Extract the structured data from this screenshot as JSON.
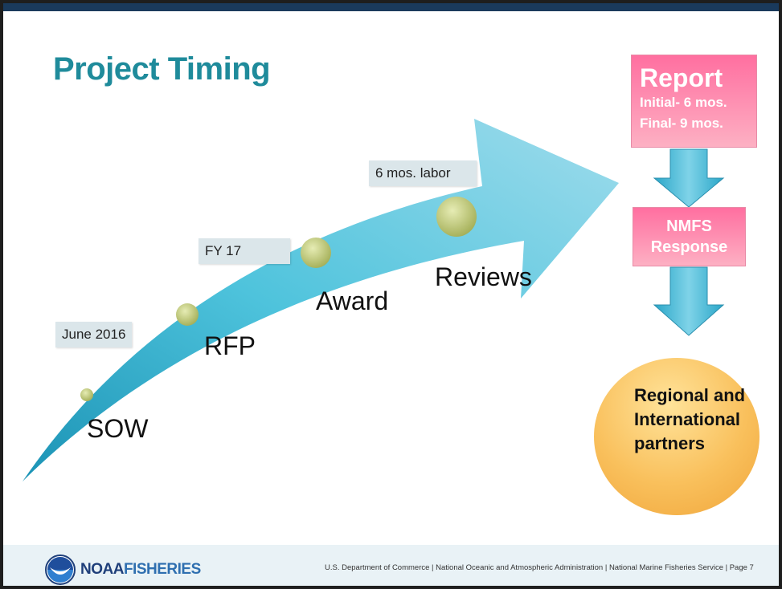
{
  "title": "Project Timing",
  "milestones": [
    {
      "tag": "June 2016",
      "stage": "SOW"
    },
    {
      "tag": "",
      "stage": "RFP"
    },
    {
      "tag": "FY 17",
      "stage": "Award"
    },
    {
      "tag": "6 mos. labor",
      "stage": "Reviews"
    }
  ],
  "report": {
    "title": "Report",
    "initial": "Initial- 6 mos.",
    "final": "Final- 9 mos."
  },
  "nmfs": {
    "line1": "NMFS",
    "line2": "Response"
  },
  "partners": {
    "line1": "Regional and",
    "line2": "International",
    "line3": "partners"
  },
  "footer": {
    "brand_bold": "NOAA",
    "brand_rest": "FISHERIES",
    "text": "U.S. Department of Commerce | National Oceanic and Atmospheric Administration | National Marine Fisheries Service | Page 7"
  },
  "colors": {
    "title": "#1f8b9b",
    "arrow": "#4ec3dc",
    "dot": "#a9b560",
    "report_box": "#ff6fa0",
    "partners_circle": "#f9c05c",
    "footer_bg": "#e9f2f6"
  }
}
